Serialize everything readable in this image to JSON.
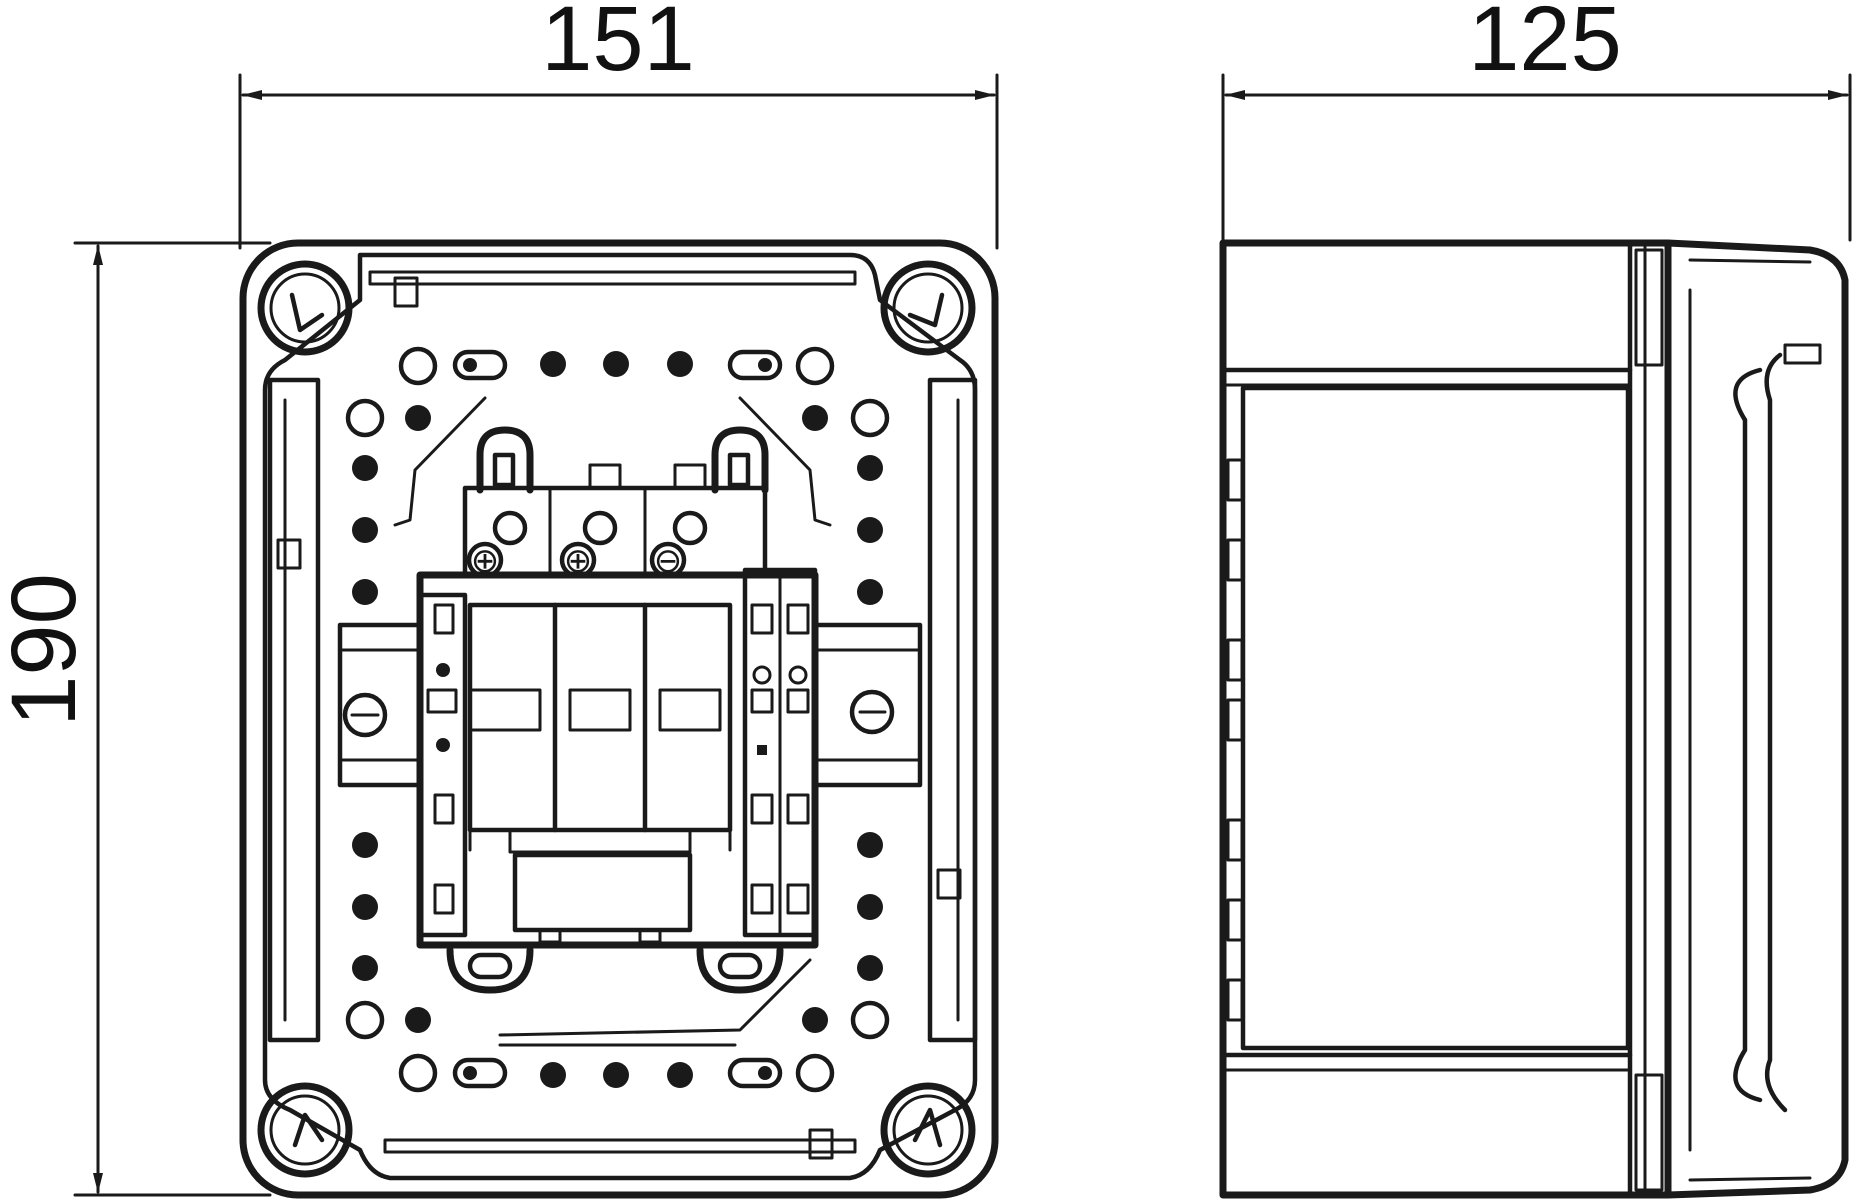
{
  "dimensions": {
    "front_width": "151",
    "front_height": "190",
    "side_depth": "125"
  },
  "colors": {
    "line": "#1a1a1a",
    "background": "#ffffff"
  },
  "symbols": {
    "left_terminal": "⊕",
    "middle_terminal": "⊕",
    "right_terminal": "⊖"
  }
}
